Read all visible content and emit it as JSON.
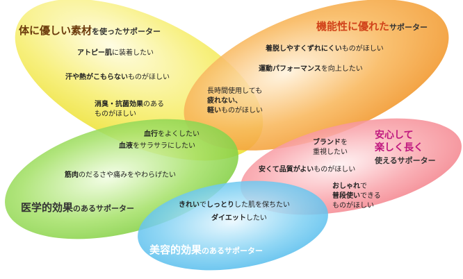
{
  "colors": {
    "yellow": "#f3e84a",
    "orange": "#f29a2a",
    "pink": "#f47b86",
    "green": "#80d23c",
    "blue": "#43b5ea",
    "brown": "#6b3a0b",
    "red": "#d1431a",
    "magenta": "#c0197f"
  },
  "yellow": {
    "title_main": "体に優しい素材",
    "title_rest": "を使ったサポーター",
    "l1_bold": "アトピー肌",
    "l1_rest": "に装着したい",
    "l2_bold": "汗や熱がこもらない",
    "l2_rest": "ものがほしい",
    "l3_bold": "消臭・抗菌効果",
    "l3_rest": "のある",
    "l3_line2": "ものがほしい"
  },
  "orange": {
    "title_main": "機能性に優れた",
    "title_rest": "サポーター",
    "l1_bold": "着脱しやすくずれにくい",
    "l1_rest": "ものがほしい",
    "l2_bold": "運動パフォーマンス",
    "l2_rest": "を向上したい"
  },
  "yellow_orange": {
    "l1": "長時間使用しても",
    "l2": "疲れない、",
    "l3_bold": "軽い",
    "l3_rest": "ものがほしい"
  },
  "pink": {
    "title_l1": "安心して",
    "title_l2": "楽しく長く",
    "title_l3": "使えるサポーター",
    "l1_bold": "ブランド",
    "l1_rest": "を",
    "l1_line2": "重視したい",
    "l2_bold": "安くて品質がよい",
    "l2_rest": "ものがほしい",
    "l3_bold": "おしゃれ",
    "l3_rest": "で",
    "l3_line2_bold": "普段使い",
    "l3_line2_rest": "できる",
    "l3_line3": "ものがほしい"
  },
  "green": {
    "title_main": "医学的効果",
    "title_rest": "のあるサポーター",
    "l1_bold": "血行",
    "l1_rest": "をよくしたい",
    "l2_bold": "血液",
    "l2_rest": "をサラサラにしたい",
    "l3_bold": "筋肉",
    "l3_rest": "のだるさや痛みをやわらげたい"
  },
  "blue": {
    "title_main": "美容的効果",
    "title_rest": "のあるサポーター",
    "l1_a": "きれい",
    "l1_b": "で",
    "l1_c": "しっとり",
    "l1_d": "した肌を保ちたい",
    "l2_bold": "ダイエット",
    "l2_rest": "したい"
  }
}
